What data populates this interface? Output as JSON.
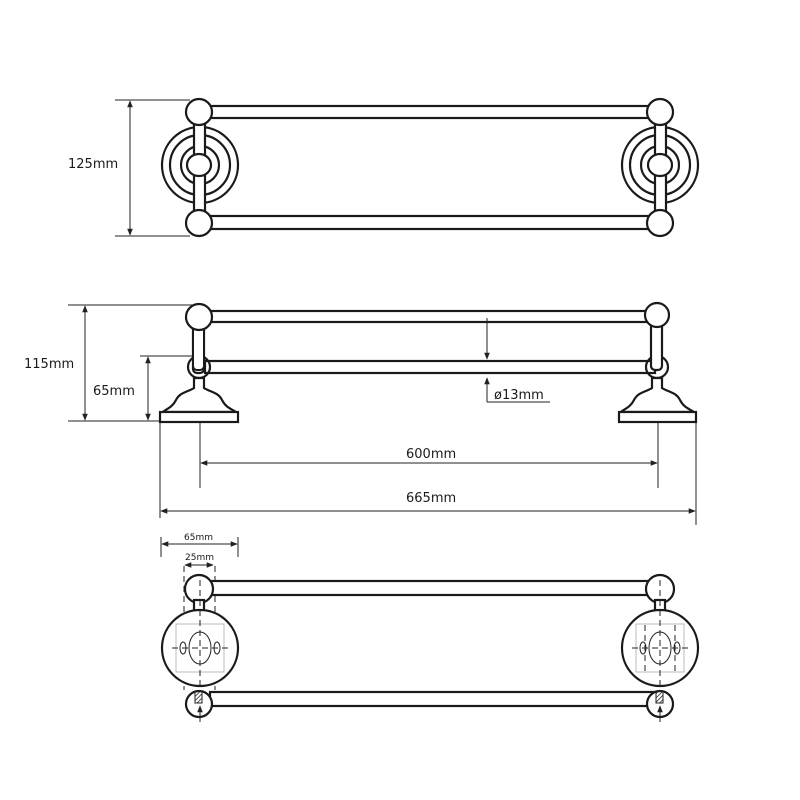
{
  "dimensions": {
    "top_view_height": "125mm",
    "side_height": "115mm",
    "lower_bar_height": "65mm",
    "bar_diameter": "ø13mm",
    "bar_spacing": "600mm",
    "overall_length": "665mm",
    "mount_width": "65mm",
    "hole_spacing": "25mm"
  },
  "colors": {
    "line": "#1a1a1a",
    "background": "#ffffff"
  }
}
